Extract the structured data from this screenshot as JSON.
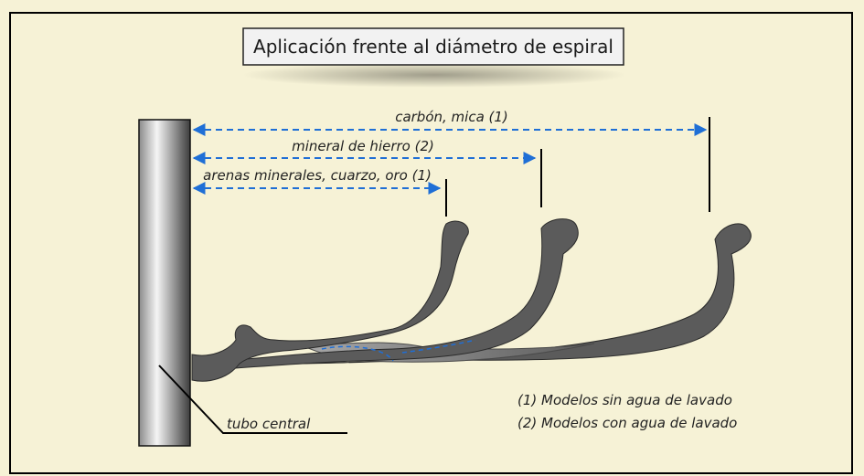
{
  "title": "Aplicación frente al diámetro de espiral",
  "dimensions": [
    {
      "label": "carbón, mica (1)"
    },
    {
      "label": "mineral de hierro (2)"
    },
    {
      "label": "arenas minerales, cuarzo, oro (1)"
    }
  ],
  "tube_label": "tubo central",
  "notes": [
    "(1) Modelos sin agua de lavado",
    "(2) Modelos con agua de lavado"
  ],
  "colors": {
    "background": "#f6f2d6",
    "frame": "#000000",
    "arrow": "#1f6fd6",
    "spiral": "#5a5a5a",
    "tube_light": "#f2f2f2",
    "tube_dark": "#4a4a4a"
  }
}
